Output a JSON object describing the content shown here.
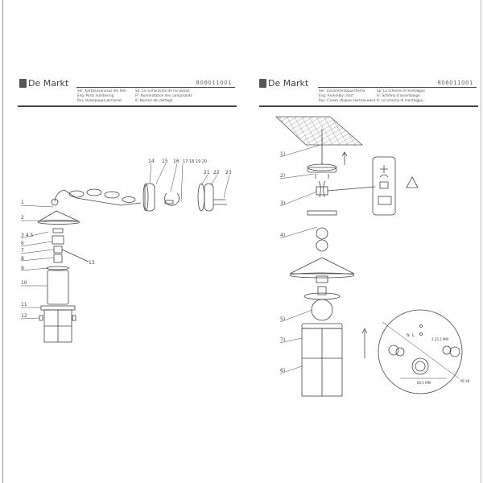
{
  "brand": "De Markt",
  "left_page": {
    "product_code": "806011001",
    "header_col1": [
      "Ser: Kartanuvanusaz del Tele",
      "Eng: Parts numbering",
      "Rus: Нумерация деталей"
    ],
    "header_col2": [
      "Sp: La numeración de las piezas",
      "Fr: Numérotation des composants",
      "It: Numeri dei dettagli"
    ],
    "part_labels": [
      "1",
      "2",
      "3  4  5",
      "6",
      "7",
      "8",
      "9",
      "10",
      "11",
      "12",
      "13",
      "14",
      "15",
      "16",
      "17 18 19 20",
      "21",
      "22",
      "23"
    ]
  },
  "right_page": {
    "product_code": "806011001",
    "header_col1": [
      "Ser: Zusammenbauschema",
      "Eng: Assembly chart",
      "Rus: Схема сборки светильника"
    ],
    "header_col2": [
      "Sp: La schema di montaggio",
      "Fr: Schéma d'assemblage",
      "It: Lo schema di montaggio"
    ],
    "step_labels": [
      "1)",
      "2)",
      "3)",
      "4)",
      "5)",
      "7)",
      "6)"
    ],
    "dimension_labels": [
      "2.25.2 MM",
      "80.5 MM",
      "PE 48"
    ],
    "terminal_labels": [
      "N",
      "L"
    ]
  }
}
